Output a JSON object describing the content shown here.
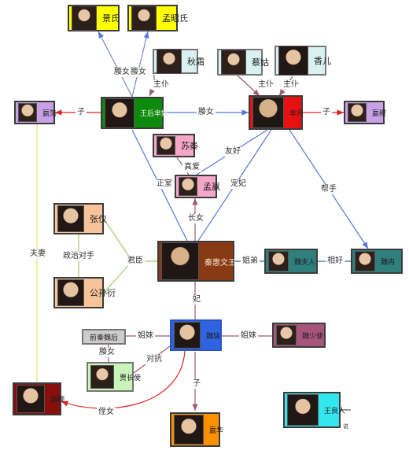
{
  "nodes": {
    "jing": "景氏",
    "mengzhao": "孟昭氏",
    "qiushuang": "秋霜",
    "caigu": "蔡姑",
    "xianger": "香儿",
    "yingdang": "嬴荡",
    "wangzhao": "王后芈姝",
    "mijiang": "芈月",
    "yingji": "嬴稷",
    "suqin": "苏秦",
    "mengying": "孟嬴",
    "zhangyi": "张仪",
    "gongsunyan": "公孙衍",
    "king": "秦惠文王",
    "weifuren": "魏夫人",
    "yinghua2": "魏冉",
    "weihou": "前秦魏后",
    "wei": "魏琰",
    "weishaoshi": "魏少使",
    "jiazhangshi": "贾长使",
    "yingxin": "魏颐",
    "yinghua": "嬴华",
    "wangliangren": "王良人"
  },
  "edges": {
    "tengnv1": "媵女",
    "tengnv2": "媵女",
    "zhupu1": "主仆",
    "zi1": "子",
    "tengnv3": "媵女",
    "zhupu2": "主仆",
    "zhupu3": "主仆",
    "zi2": "子",
    "youhao": "友好",
    "zhenai": "真爱",
    "zhengshi": "正室",
    "chongfei": "宠妃",
    "bangshou": "帮手",
    "zhangnv": "长女",
    "fuqi": "夫妻",
    "zhengzhi": "政治对手",
    "junchen": "君臣",
    "jiedi": "姐弟",
    "xianghao": "相好",
    "fei": "妃",
    "jiemei1": "姐妹",
    "jiemei2": "姐妹",
    "tengnv4": "媵女",
    "duikang": "对抗",
    "zhinv": "侄女",
    "zi3": "子"
  },
  "watermark": "说"
}
